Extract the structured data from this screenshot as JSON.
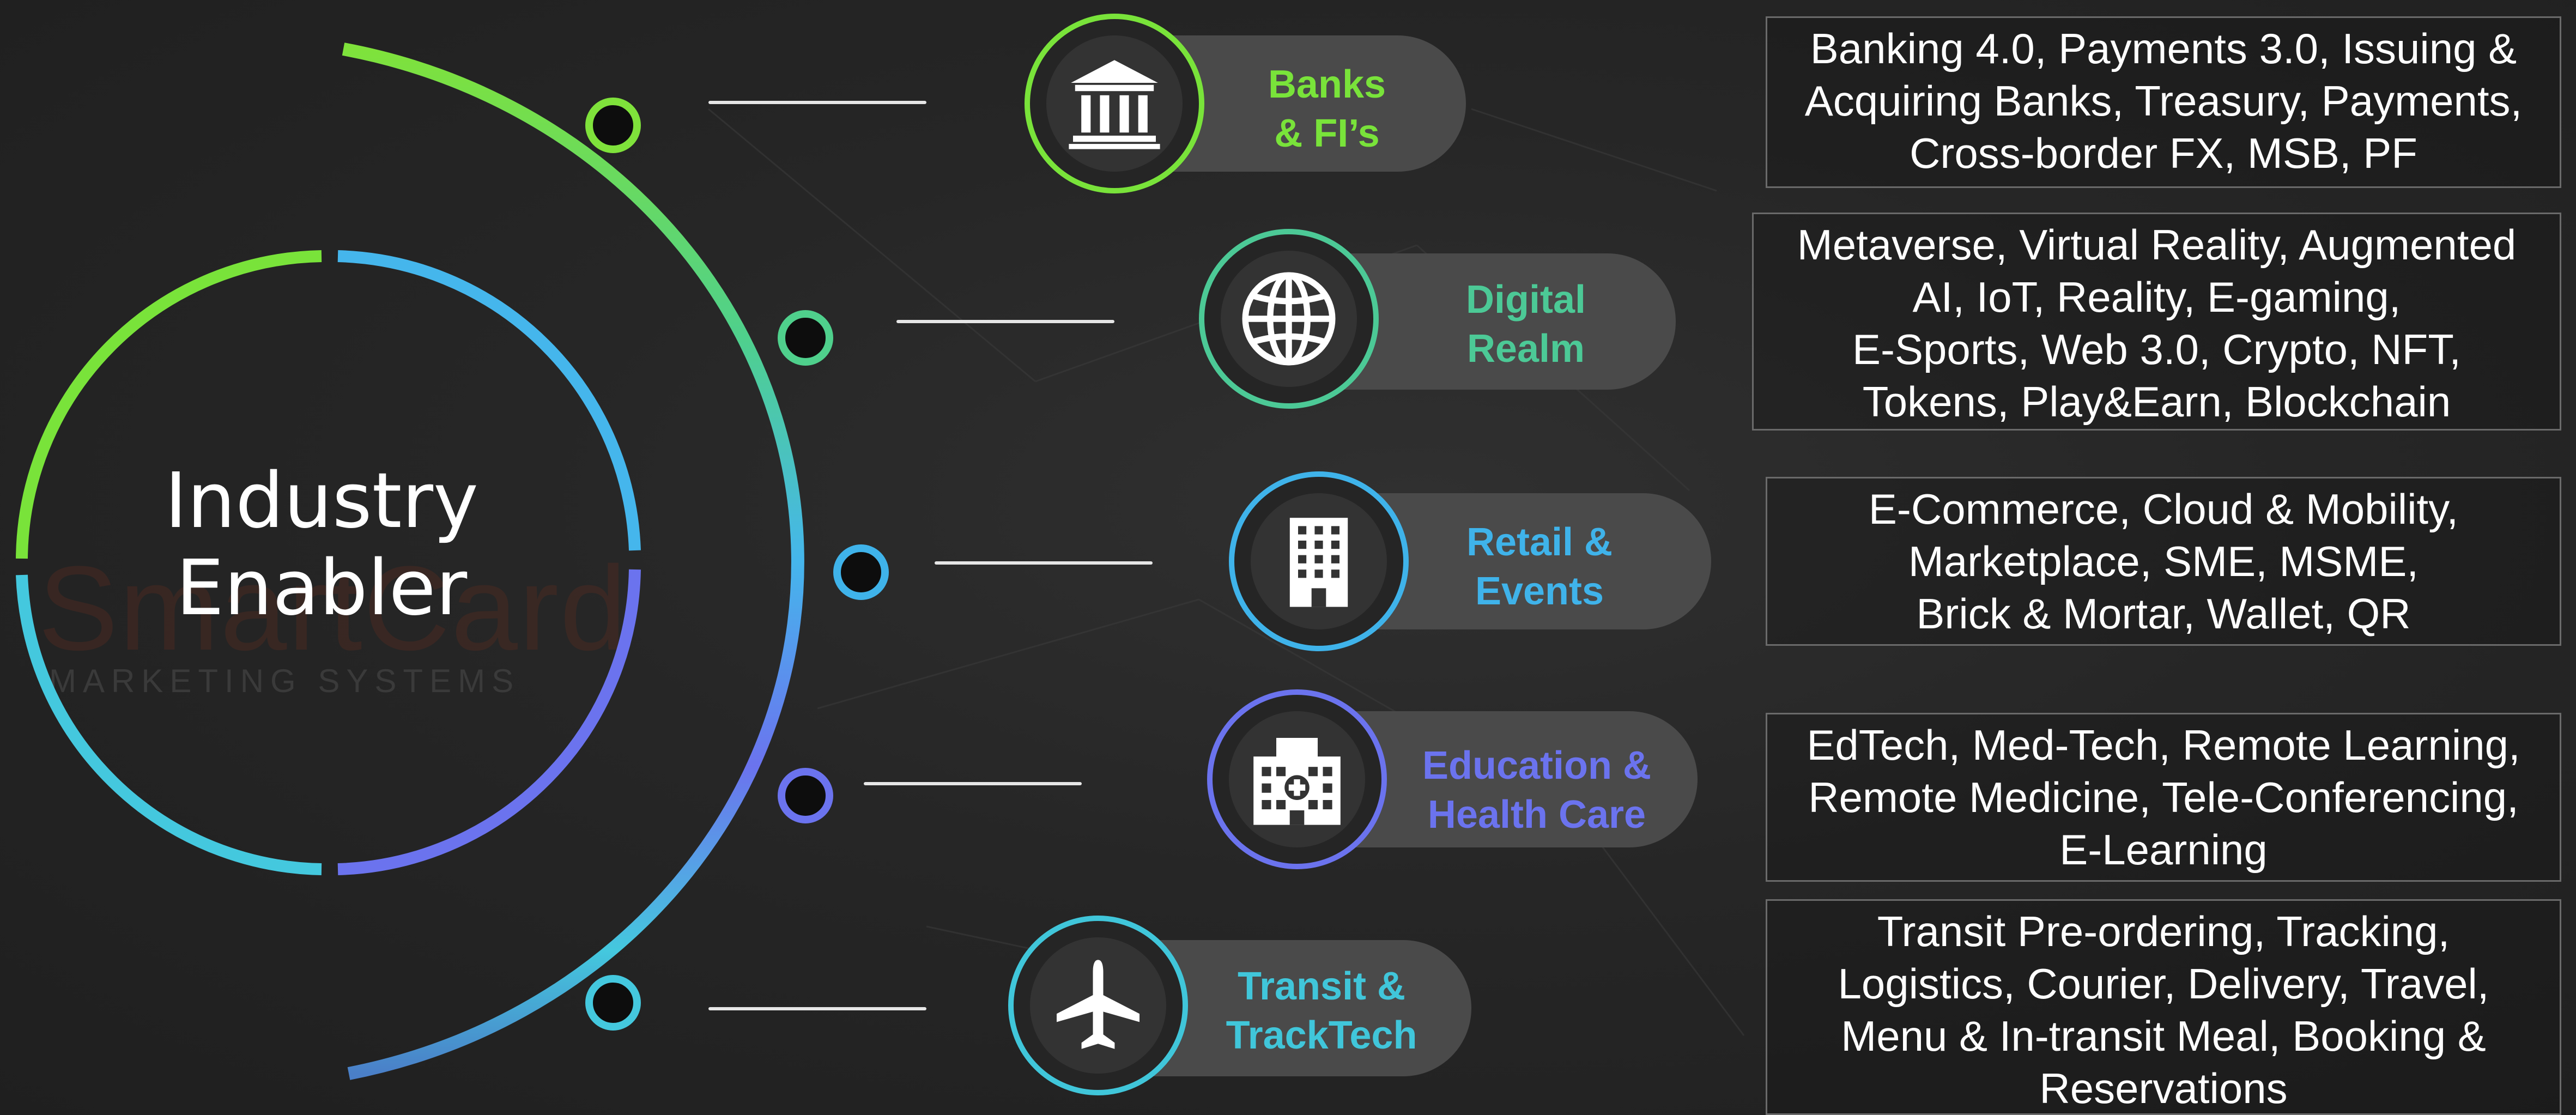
{
  "watermark": {
    "name": "SmartCard",
    "subtitle": "MARKETING SYSTEMS"
  },
  "center": {
    "line1": "Industry",
    "line2": "Enabler"
  },
  "categories": [
    {
      "label_line1": "Banks",
      "label_line2": "& FI’s",
      "icon": "bank-icon",
      "color": "#79e33a",
      "description": [
        "Banking 4.0, Payments 3.0, Issuing &",
        "Acquiring Banks, Treasury, Payments,",
        "Cross-border FX, MSB, PF"
      ]
    },
    {
      "label_line1": "Digital",
      "label_line2": "Realm",
      "icon": "globe-icon",
      "color": "#4cc996",
      "description": [
        "Metaverse, Virtual Reality, Augmented",
        "AI, IoT, Reality, E-gaming,",
        "E-Sports, Web 3.0, Crypto, NFT,",
        "Tokens, Play&Earn, Blockchain"
      ]
    },
    {
      "label_line1": "Retail &",
      "label_line2": "Events",
      "icon": "building-icon",
      "color": "#3fb3ea",
      "description": [
        "E-Commerce, Cloud & Mobility,",
        "Marketplace, SME, MSME,",
        "Brick & Mortar, Wallet, QR"
      ]
    },
    {
      "label_line1": "Education &",
      "label_line2": "Health Care",
      "icon": "hospital-icon",
      "color": "#6b73ee",
      "description": [
        "EdTech, Med-Tech, Remote Learning,",
        "Remote Medicine, Tele-Conferencing,",
        "E-Learning"
      ]
    },
    {
      "label_line1": "Transit &",
      "label_line2": "TrackTech",
      "icon": "airplane-icon",
      "color": "#40c6da",
      "description": [
        "Transit Pre-ordering, Tracking,",
        "Logistics, Courier, Delivery, Travel,",
        "Menu & In-transit Meal, Booking &",
        "Reservations"
      ]
    }
  ]
}
